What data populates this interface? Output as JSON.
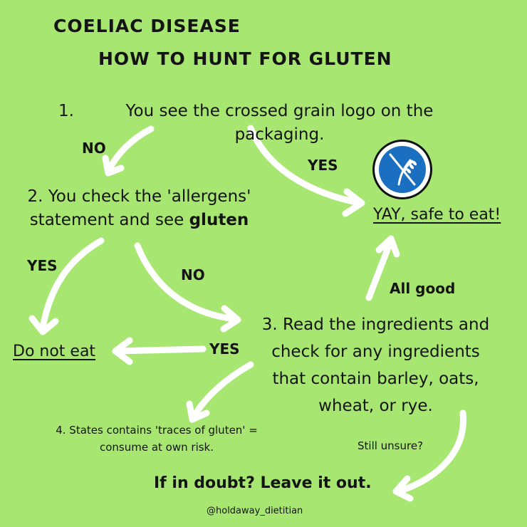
{
  "title": {
    "line1": "COELIAC DISEASE",
    "line2": "HOW TO HUNT FOR GLUTEN"
  },
  "step1": {
    "number": "1.",
    "text_line1": "You see the crossed grain logo on the",
    "text_line2": "packaging."
  },
  "step2": {
    "text_line1": "2. You check the 'allergens'",
    "text_line2_plain": "statement and see ",
    "text_line2_bold": "gluten"
  },
  "step3": {
    "line1": "3. Read the ingredients and",
    "line2": "check for any ingredients",
    "line3": "that contain barley, oats,",
    "line4": "wheat, or rye."
  },
  "step4": {
    "line1": "4. States contains 'traces of gluten' =",
    "line2": "consume at own risk."
  },
  "labels": {
    "no_1": "NO",
    "yes_1": "YES",
    "yes_2": "YES",
    "no_2": "NO",
    "yes_3": "YES",
    "all_good": "All good",
    "still_unsure": "Still unsure?"
  },
  "outcomes": {
    "safe": "YAY, safe to eat!",
    "do_not_eat": "Do not eat",
    "doubt": "If in doubt? Leave it out."
  },
  "credit": "@holdaway_dietitian",
  "logo": {
    "icon": "crossed-grain-icon",
    "circle_color": "#1a6fc0"
  },
  "colors": {
    "background": "#a8e672",
    "arrow": "#ffffff",
    "text": "#141414"
  }
}
